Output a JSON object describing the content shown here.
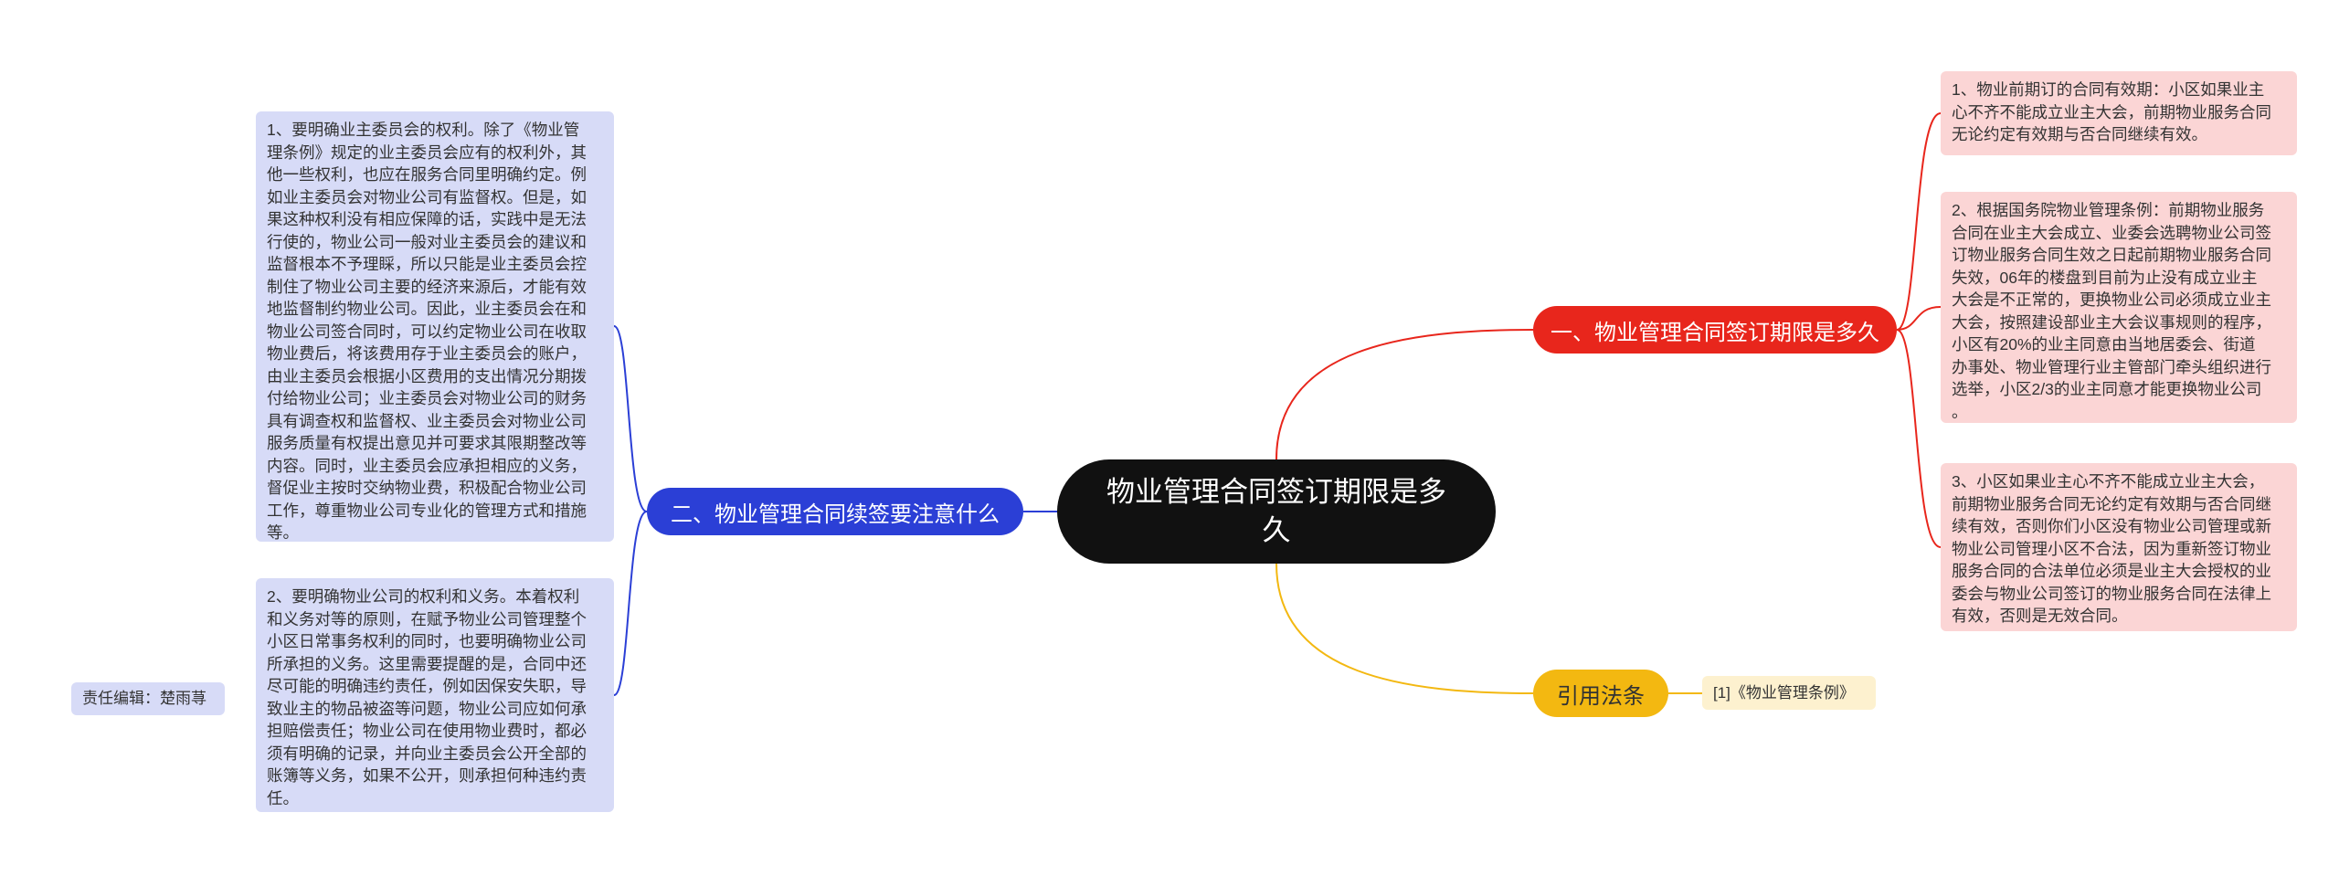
{
  "root": {
    "title": "物业管理合同签订期限是多久"
  },
  "branches": [
    {
      "label": "一、物业管理合同签订期限是多久",
      "color": "#e8261c"
    },
    {
      "label": "二、物业管理合同续签要注意什么",
      "color": "#2b3fd6"
    },
    {
      "label": "引用法条",
      "color": "#f3b811"
    }
  ],
  "leaves": {
    "right": [
      "1、物业前期订的合同有效期：小区如果业主\n心不齐不能成立业主大会，前期物业服务合同\n无论约定有效期与否合同继续有效。",
      "2、根据国务院物业管理条例：前期物业服务\n合同在业主大会成立、业委会选聘物业公司签\n订物业服务合同生效之日起前期物业服务合同\n失效，06年的楼盘到目前为止没有成立业主\n大会是不正常的，更换物业公司必须成立业主\n大会，按照建设部业主大会议事规则的程序，\n小区有20%的业主同意由当地居委会、街道\n办事处、物业管理行业主管部门牵头组织进行\n选举，小区2/3的业主同意才能更换物业公司\n。",
      "3、小区如果业主心不齐不能成立业主大会，\n前期物业服务合同无论约定有效期与否合同继\n续有效，否则你们小区没有物业公司管理或新\n物业公司管理小区不合法，因为重新签订物业\n服务合同的合法单位必须是业主大会授权的业\n委会与物业公司签订的物业服务合同在法律上\n有效，否则是无效合同。"
    ],
    "left": [
      "1、要明确业主委员会的权利。除了《物业管\n理条例》规定的业主委员会应有的权利外，其\n他一些权利，也应在服务合同里明确约定。例\n如业主委员会对物业公司有监督权。但是，如\n果这种权利没有相应保障的话，实践中是无法\n行使的，物业公司一般对业主委员会的建议和\n监督根本不予理睬，所以只能是业主委员会控\n制住了物业公司主要的经济来源后，才能有效\n地监督制约物业公司。因此，业主委员会在和\n物业公司签合同时，可以约定物业公司在收取\n物业费后，将该费用存于业主委员会的账户，\n由业主委员会根据小区费用的支出情况分期拨\n付给物业公司；业主委员会对物业公司的财务\n具有调查权和监督权、业主委员会对物业公司\n服务质量有权提出意见并可要求其限期整改等\n内容。同时，业主委员会应承担相应的义务，\n督促业主按时交纳物业费，积极配合物业公司\n工作，尊重物业公司专业化的管理方式和措施\n等。",
      "2、要明确物业公司的权利和义务。本着权利\n和义务对等的原则，在赋予物业公司管理整个\n小区日常事务权利的同时，也要明确物业公司\n所承担的义务。这里需要提醒的是，合同中还\n尽可能的明确违约责任，例如因保安失职，导\n致业主的物品被盗等问题，物业公司应如何承\n担赔偿责任；物业公司在使用物业费时，都必\n须有明确的记录，并向业主委员会公开全部的\n账簿等义务，如果不公开，则承担何种违约责\n任。"
    ],
    "citation": "[1]《物业管理条例》"
  },
  "editor": "责任编辑：楚雨荨"
}
